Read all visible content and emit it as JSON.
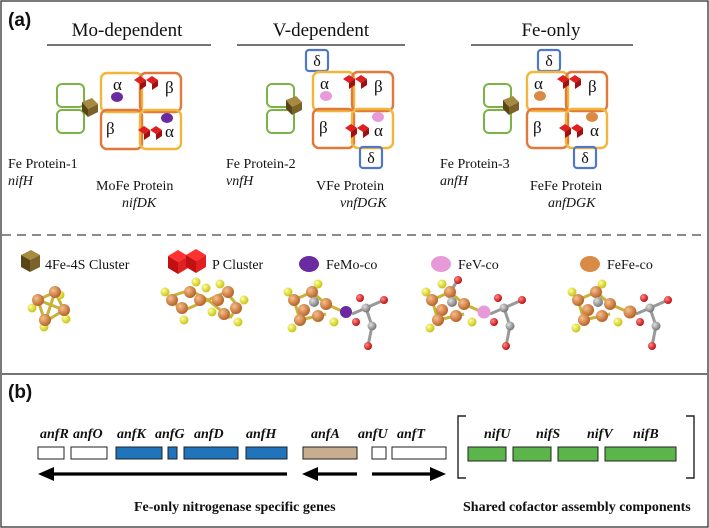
{
  "panel_a": {
    "label": "(a)",
    "groups": [
      {
        "header": "Mo-dependent",
        "fe_protein": "Fe Protein-1",
        "fe_gene": "nifH",
        "protein": "MoFe Protein",
        "gene": "nifDK",
        "subunits": [
          "α",
          "β",
          "β",
          "α"
        ],
        "cofactor_color": "#6a2aa0",
        "delta": null
      },
      {
        "header": "V-dependent",
        "fe_protein": "Fe Protein-2",
        "fe_gene": "vnfH",
        "protein": "VFe Protein",
        "gene": "vnfDGK",
        "subunits": [
          "α",
          "β",
          "β",
          "α"
        ],
        "cofactor_color": "#e79ad8",
        "delta": "δ"
      },
      {
        "header": "Fe-only",
        "fe_protein": "Fe Protein-3",
        "fe_gene": "anfH",
        "protein": "FeFe Protein",
        "gene": "anfDGK",
        "subunits": [
          "α",
          "β",
          "β",
          "α"
        ],
        "cofactor_color": "#d98a45",
        "delta": "δ"
      }
    ],
    "legend": [
      {
        "label": "4Fe-4S Cluster",
        "icon": "cube-icon",
        "color": "#7a6228"
      },
      {
        "label": "P Cluster",
        "icon": "double-cube-icon",
        "color": "#e02020"
      },
      {
        "label": "FeMo-co",
        "icon": "oval-icon",
        "color": "#6a2aa0"
      },
      {
        "label": "FeV-co",
        "icon": "oval-icon",
        "color": "#e79ad8"
      },
      {
        "label": "FeFe-co",
        "icon": "oval-icon",
        "color": "#d98a45"
      }
    ],
    "colors": {
      "fe_protein": "#7cb346",
      "alpha": "#f2b63a",
      "beta": "#e0793a",
      "delta": "#5078c8"
    }
  },
  "panel_b": {
    "label": "(b)",
    "genes_left": [
      {
        "name": "anfR",
        "color": "#ffffff"
      },
      {
        "name": "anfO",
        "color": "#ffffff"
      },
      {
        "name": "anfK",
        "color": "#1f74bb"
      },
      {
        "name": "anfG",
        "color": "#1f74bb"
      },
      {
        "name": "anfD",
        "color": "#1f74bb"
      },
      {
        "name": "anfH",
        "color": "#1f74bb"
      },
      {
        "name": "anfA",
        "color": "#c8ad90"
      },
      {
        "name": "anfU",
        "color": "#ffffff"
      },
      {
        "name": "anfT",
        "color": "#ffffff"
      }
    ],
    "genes_right": [
      {
        "name": "nifU",
        "color": "#5cb54a"
      },
      {
        "name": "nifS",
        "color": "#5cb54a"
      },
      {
        "name": "nifV",
        "color": "#5cb54a"
      },
      {
        "name": "nifB",
        "color": "#5cb54a"
      }
    ],
    "caption_left": "Fe-only nitrogenase specific genes",
    "caption_right": "Shared cofactor assembly components"
  }
}
